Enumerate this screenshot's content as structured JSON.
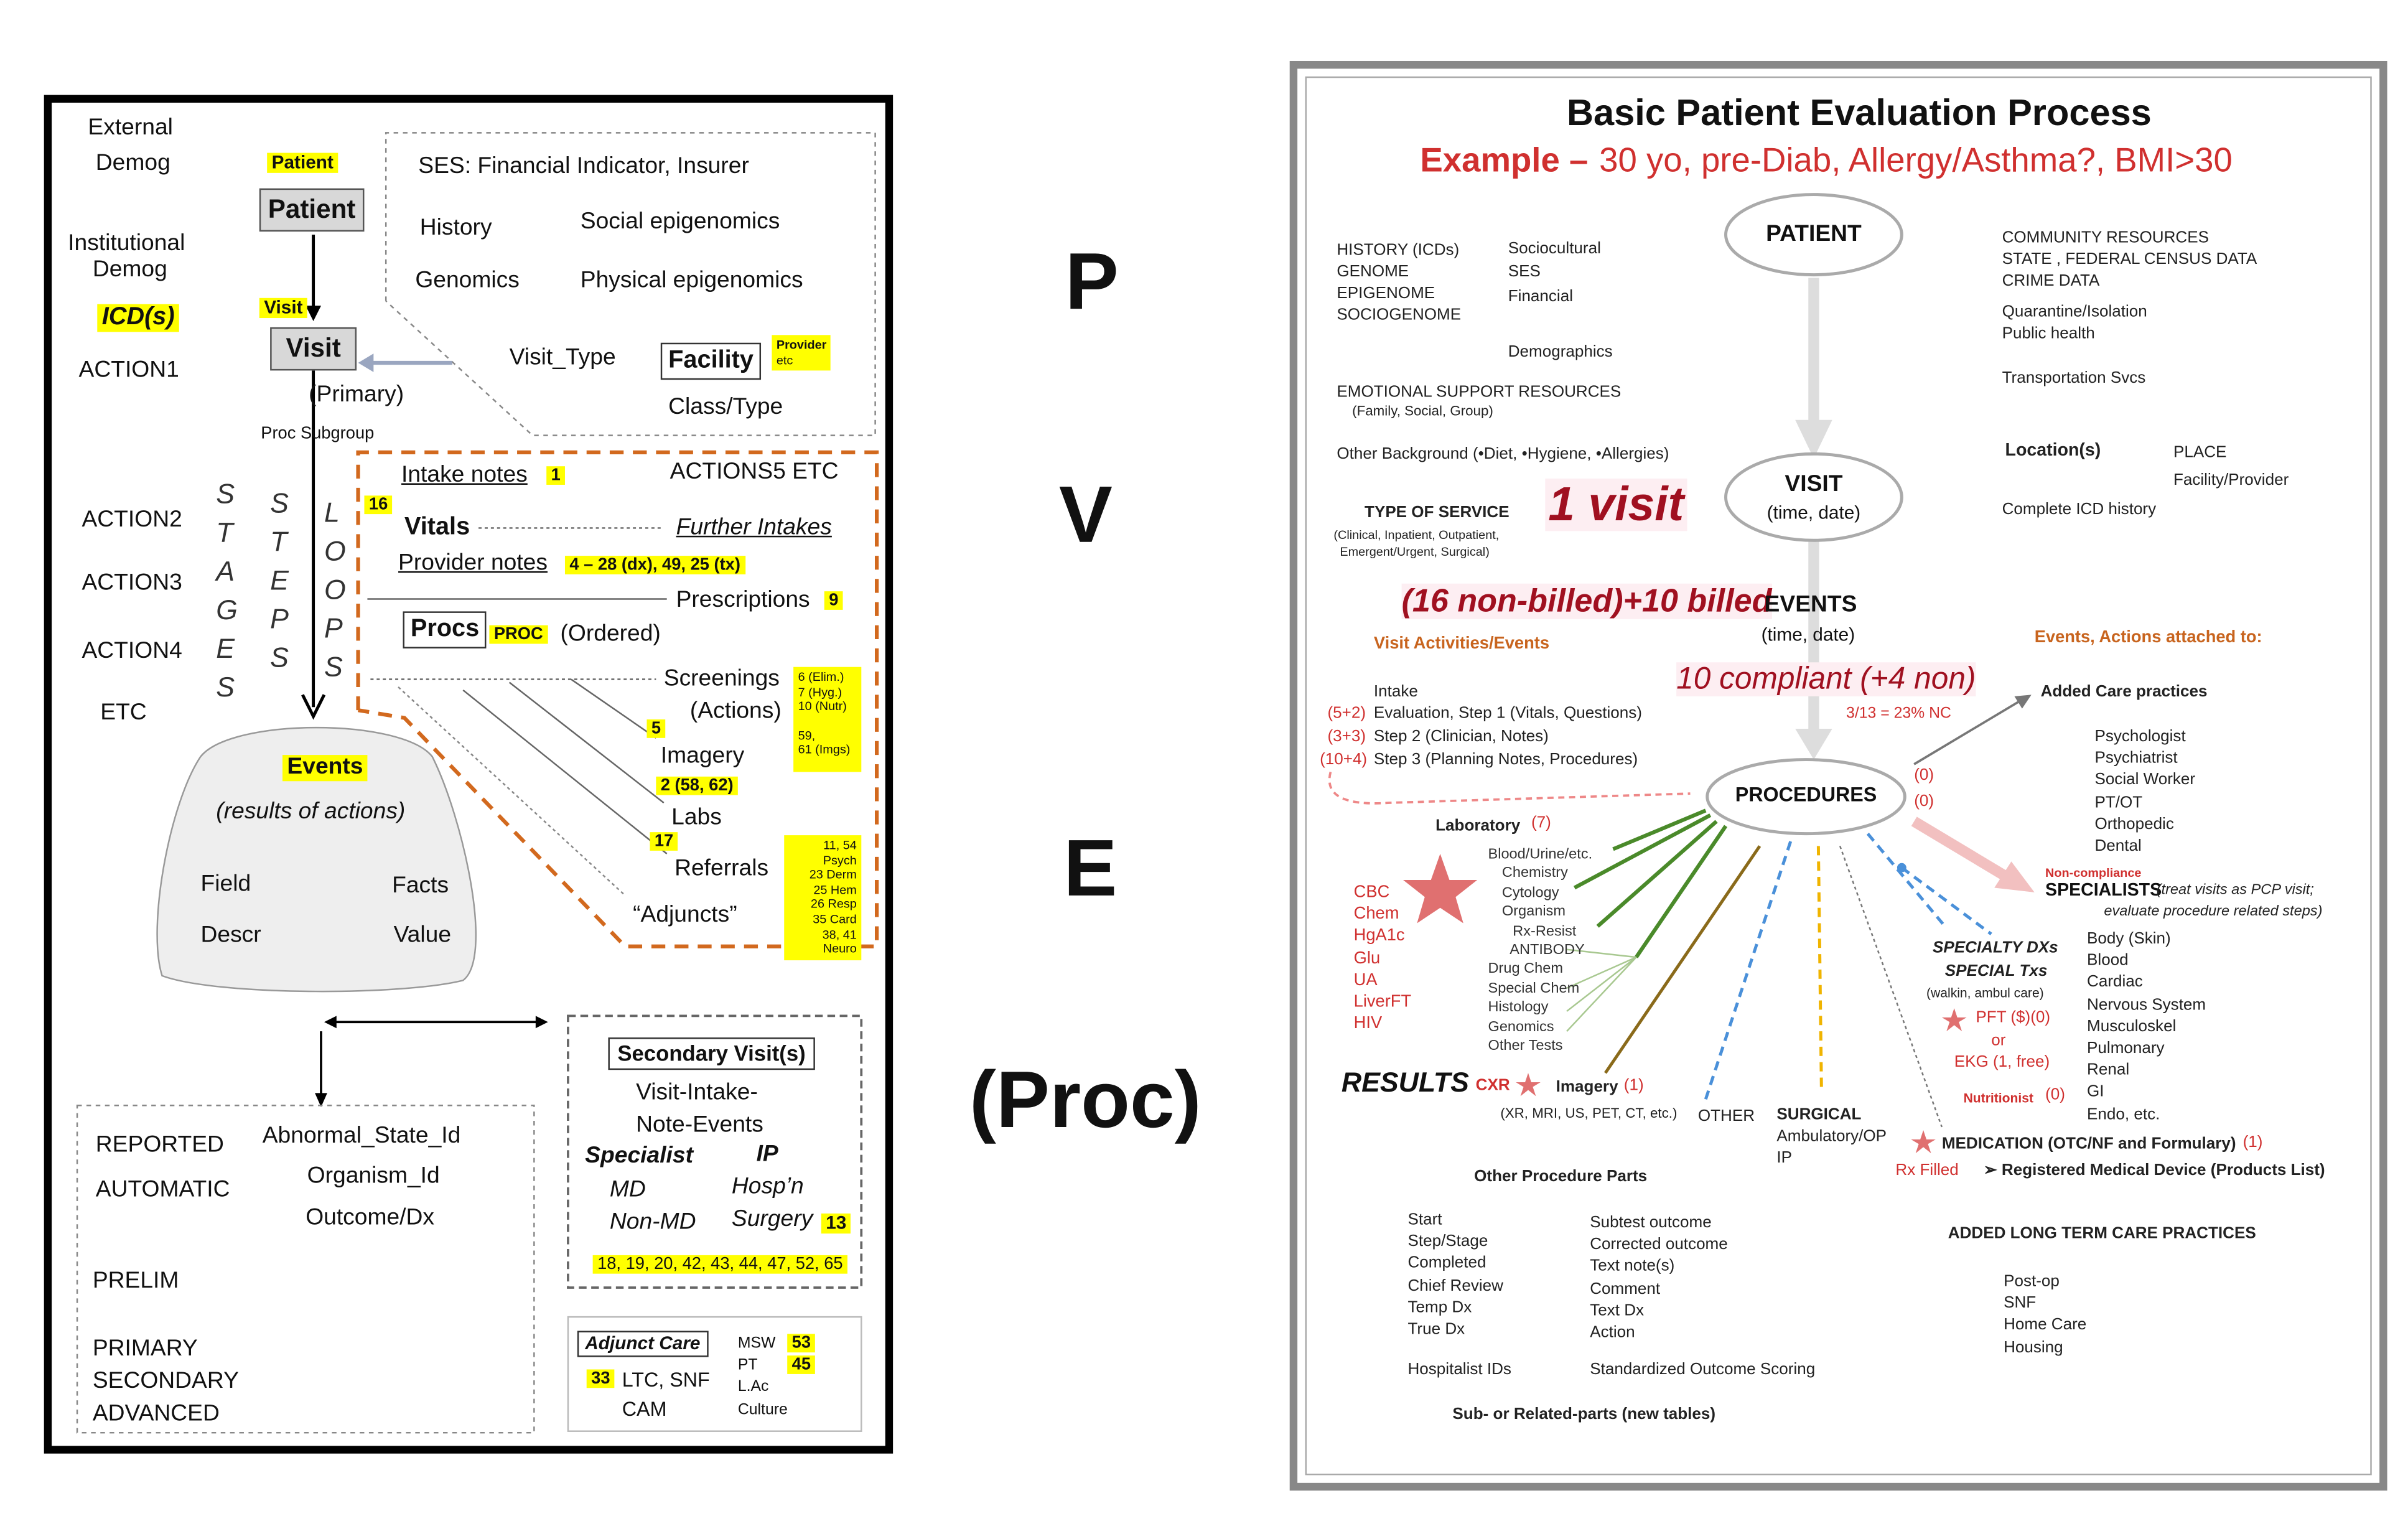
{
  "left": {
    "external_demog": [
      "External",
      "Demog"
    ],
    "institutional_demog": [
      "Institutional",
      "Demog"
    ],
    "icd": "ICD(s)",
    "actions": [
      "ACTION1",
      "ACTION2",
      "ACTION3",
      "ACTION4",
      "ETC"
    ],
    "patient_tag": "Patient",
    "patient_box": "Patient",
    "visit_tag": "Visit",
    "visit_box": "Visit",
    "primary": "(Primary)",
    "proc_subgroup": "Proc Subgroup",
    "ses": "SES: Financial Indicator, Insurer",
    "history": "History",
    "social_epigenomics": "Social epigenomics",
    "genomics": "Genomics",
    "physical_epigenomics": "Physical epigenomics",
    "visit_type": "Visit_Type",
    "facility": "Facility",
    "provider_tag": [
      "Provider",
      "etc"
    ],
    "class_type": "Class/Type",
    "intake_notes": "Intake notes",
    "intake_num": "1",
    "actions5": "ACTIONS5 ETC",
    "num16": "16",
    "vitals": "Vitals",
    "further_intakes": "Further Intakes",
    "provider_notes": "Provider notes",
    "provider_notes_nums": "4 – 28 (dx), 49, 25 (tx)",
    "prescriptions": "Prescriptions",
    "prescriptions_num": "9",
    "procs": "Procs",
    "proc_tag": "PROC",
    "ordered": "(Ordered)",
    "screenings": "Screenings",
    "actions_paren": "(Actions)",
    "screening_nums": [
      "6 (Elim.)",
      "7 (Hyg.)",
      "10 (Nutr)",
      "",
      "59,",
      "61  (Imgs)"
    ],
    "num5": "5",
    "imagery": "Imagery",
    "imagery_nums": "2 (58, 62)",
    "labs": "Labs",
    "num17": "17",
    "referrals": "Referrals",
    "referral_nums": [
      "11, 54 Psych",
      "23 Derm",
      "25 Hem",
      "26 Resp",
      "35 Card",
      "38, 41 Neuro"
    ],
    "adjuncts": "“Adjuncts”",
    "stages": [
      "S",
      "T",
      "A",
      "G",
      "E",
      "S"
    ],
    "steps": [
      "S",
      "T",
      "E",
      "P",
      "S"
    ],
    "loops": [
      "L",
      "O",
      "O",
      "P",
      "S"
    ],
    "events_tag": "Events",
    "results_of_actions": "(results of actions)",
    "field": "Field",
    "facts": "Facts",
    "descr": "Descr",
    "value": "Value",
    "reported": "REPORTED",
    "automatic": "AUTOMATIC",
    "prelim": "PRELIM",
    "primary_caps": "PRIMARY",
    "secondary_caps": "SECONDARY",
    "advanced": "ADVANCED",
    "abnormal_state": "Abnormal_State_Id",
    "organism_id": "Organism_Id",
    "outcome_dx": "Outcome/Dx",
    "secondary_visits": "Secondary Visit(s)",
    "visit_intake": "Visit-Intake-",
    "note_events": "Note-Events",
    "specialist": "Specialist",
    "ip": "IP",
    "md": "MD",
    "hospn": "Hosp’n",
    "non_md": "Non-MD",
    "surgery": "Surgery",
    "num13": "13",
    "secondary_nums": "18, 19, 20, 42, 43, 44, 47, 52, 65",
    "adjunct_care": "Adjunct Care",
    "num33": "33",
    "ltc_snf": "LTC, SNF",
    "cam": "CAM",
    "msw": "MSW",
    "pt": "PT",
    "lac": "L.Ac",
    "culture": "Culture",
    "num53": "53",
    "num45": "45"
  },
  "middle": {
    "letters": [
      "P",
      "V",
      "E",
      "(Proc)"
    ]
  },
  "right": {
    "title": "Basic Patient Evaluation Process",
    "example_label": "Example –",
    "example_text": "30 yo, pre-Diab, Allergy/Asthma?, BMI>30",
    "history_col": [
      "HISTORY (ICDs)",
      "GENOME",
      "EPIGENOME",
      "SOCIOGENOME"
    ],
    "socio_col": [
      "Sociocultural",
      "SES",
      "Financial"
    ],
    "demographics": "Demographics",
    "emotional": "EMOTIONAL SUPPORT RESOURCES",
    "emotional_sub": "(Family, Social, Group)",
    "other_background": "Other Background (•Diet, •Hygiene, •Allergies)",
    "type_of_service": "TYPE OF SERVICE",
    "type_sub": [
      "(Clinical, Inpatient, Outpatient,",
      "Emergent/Urgent, Surgical)"
    ],
    "one_visit": "1 visit",
    "patient": "PATIENT",
    "visit": "VISIT",
    "visit_time": "(time, date)",
    "community": [
      "COMMUNITY RESOURCES",
      "STATE , FEDERAL CENSUS DATA",
      "CRIME DATA"
    ],
    "public": [
      "Quarantine/Isolation",
      "Public health"
    ],
    "transport": "Transportation Svcs",
    "locations": "Location(s)",
    "place": "PLACE",
    "facility_provider": "Facility/Provider",
    "complete_icd": "Complete ICD history",
    "billed": "(16 non-billed)+10 billed",
    "events": "EVENTS",
    "events_time": "(time, date)",
    "visit_activities": "Visit Activities/Events",
    "events_attached": "Events, Actions attached to:",
    "compliant": "10 compliant (+4 non)",
    "nc_ratio": "3/13 = 23% NC",
    "intake": "Intake",
    "steps": [
      {
        "count": "(5+2)",
        "text": "Evaluation, Step 1 (Vitals, Questions)"
      },
      {
        "count": "(3+3)",
        "text": "Step 2 (Clinician, Notes)"
      },
      {
        "count": "(10+4)",
        "text": "Step 3 (Planning Notes, Procedures)"
      }
    ],
    "added_care": "Added Care practices",
    "care_list": [
      "Psychologist",
      "Psychiatrist",
      "Social Worker",
      "PT/OT",
      "Orthopedic",
      "Dental"
    ],
    "procedures": "PROCEDURES",
    "zeros": [
      "(0)",
      "(0)"
    ],
    "laboratory": "Laboratory",
    "laboratory_count": "(7)",
    "lab_tests": [
      "Blood/Urine/etc.",
      "Chemistry",
      "Cytology",
      "Organism",
      "Rx-Resist",
      "ANTIBODY",
      "Drug Chem",
      "Special Chem",
      "Histology",
      "Genomics",
      "Other Tests"
    ],
    "lab_results": [
      "CBC",
      "Chem",
      "HgA1c",
      "Glu",
      "UA",
      "LiverFT",
      "HIV"
    ],
    "results": "RESULTS",
    "cxr": "CXR",
    "imagery": "Imagery",
    "imagery_count": "(1)",
    "imagery_sub": "(XR, MRI, US, PET, CT, etc.)",
    "other": "OTHER",
    "surgical": "SURGICAL",
    "surgical_sub": [
      "Ambulatory/OP",
      "IP"
    ],
    "specialty_dx": "SPECIALTY DXs",
    "special_tx": "SPECIAL Txs",
    "walkin": "(walkin, ambul care)",
    "pft": "PFT ($)(0)",
    "or": "or",
    "ekg": "EKG (1, free)",
    "nutritionist": "Nutritionist",
    "nutritionist_count": "(0)",
    "non_compliance": "Non-compliance",
    "specialists": "SPECIALISTS",
    "specialists_note": [
      "(treat visits as PCP visit;",
      "evaluate procedure related steps)"
    ],
    "specialist_list": [
      "Body (Skin)",
      "Blood",
      "Cardiac",
      "Nervous System",
      "Musculoskel",
      "Pulmonary",
      "Renal",
      "GI",
      "Endo, etc."
    ],
    "medication": "MEDICATION  (OTC/NF and Formulary)",
    "medication_count": "(1)",
    "rx_filled": "Rx Filled",
    "device": "Registered Medical Device (Products List)",
    "other_parts": "Other Procedure Parts",
    "parts_col1": [
      "Start",
      "Step/Stage",
      "Completed",
      "Chief Review",
      "Temp Dx",
      "True Dx"
    ],
    "parts_col2": [
      "Subtest outcome",
      "Corrected outcome",
      "Text note(s)",
      "Comment",
      "Text Dx",
      "Action"
    ],
    "hospitalist": "Hospitalist IDs",
    "standardized": "Standardized Outcome Scoring",
    "sub_parts": "Sub- or Related-parts (new tables)",
    "ltc_title": "ADDED LONG TERM CARE PRACTICES",
    "ltc_list": [
      "Post-op",
      "SNF",
      "Home Care",
      "Housing"
    ],
    "colors": {
      "red": "#d0302f",
      "dark_red": "#a01020",
      "orange": "#c8641e",
      "highlight": "#ffff00"
    }
  }
}
